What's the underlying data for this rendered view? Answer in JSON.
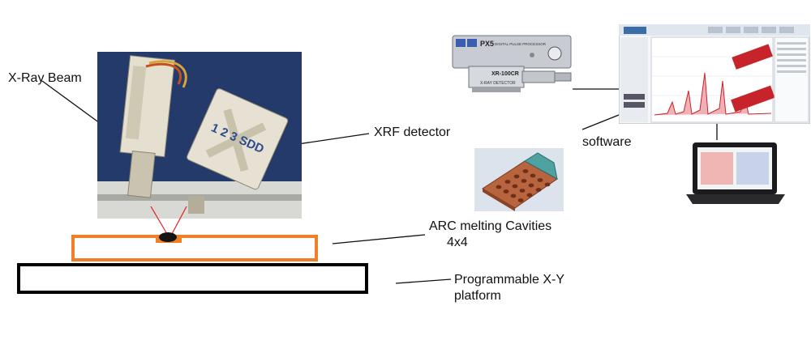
{
  "labels": {
    "xray_beam": "X-Ray Beam",
    "xrf_detector": "XRF detector",
    "software": "software",
    "arc_melting_line1": "ARC melting Cavities",
    "arc_melting_line2": "4x4",
    "platform_line1": "Programmable X-Y",
    "platform_line2": "platform"
  },
  "device_text": {
    "sdd_badge": "1 2 3 SDD",
    "px5_model": "PX5",
    "px5_subtitle": "DIGITAL PULSE PROCESSOR",
    "detector_model": "XR-100CR",
    "detector_name": "X-RAY DETECTOR"
  },
  "colors": {
    "vacuum_chamber": "#233a6b",
    "sample_holder_outline": "#f07f2a",
    "platform_outline": "#000000",
    "xray_beam": "#e02020",
    "spectrum_peaks": "#d0202a",
    "copper_hearth": "#b8643f"
  },
  "arc_cavities": {
    "rows": 4,
    "cols": 4
  }
}
